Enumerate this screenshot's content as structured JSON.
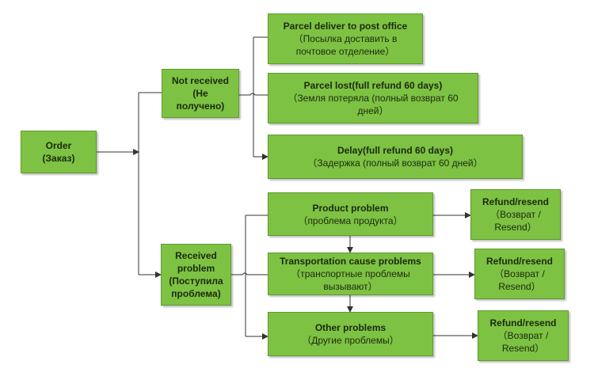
{
  "nodes": {
    "order": {
      "line1": "Order",
      "line2": "(Заказ)"
    },
    "not_received": {
      "line1": "Not received",
      "line2": "(Не",
      "line3": "получено)"
    },
    "received_problem": {
      "line1": "Received",
      "line2": "problem",
      "line3": "(Поступила",
      "line4": "проблема)"
    },
    "parcel_post_office": {
      "line1": "Parcel deliver to post office",
      "line2": "（Посылка доставить в",
      "line3": "почтовое отделение）"
    },
    "parcel_lost": {
      "line1": "Parcel lost(full refund 60 days)",
      "line2": "（Земля потеряла (полный возврат 60",
      "line3": "дней）"
    },
    "delay": {
      "line1": "Delay(full refund 60 days)",
      "line2": "（Задержка (полный возврат 60 дней）"
    },
    "product_problem": {
      "line1": "Product problem",
      "line2": "（проблема продукта）"
    },
    "transport_problem": {
      "line1": "Transportation cause problems",
      "line2": "（транспортные проблемы",
      "line3": "вызывают）"
    },
    "other_problems": {
      "line1": "Other problems",
      "line2": "（Другие проблемы）"
    },
    "refund_1": {
      "line1": "Refund/resend",
      "line2": "（Возврат /",
      "line3": "Resend）"
    },
    "refund_2": {
      "line1": "Refund/resend",
      "line2": "（Возврат /",
      "line3": "Resend）"
    },
    "refund_3": {
      "line1": "Refund/resend",
      "line2": "（Возврат /",
      "line3": "Resend）"
    }
  },
  "colors": {
    "node_fill": "#7dc242",
    "node_border": "#5e9b2f",
    "connector": "#333333"
  }
}
